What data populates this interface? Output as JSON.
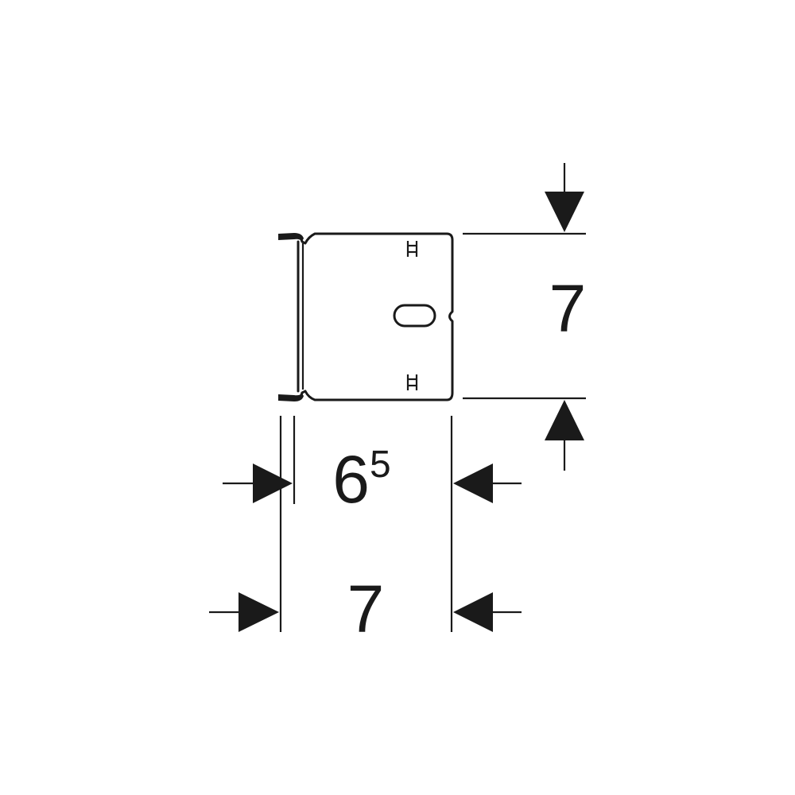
{
  "dimensions": {
    "height": {
      "value": "7"
    },
    "inner_width": {
      "base": "6",
      "superscript": "5"
    },
    "outer_width": {
      "value": "7"
    }
  },
  "colors": {
    "line": "#1a1a1a",
    "background": "#ffffff"
  }
}
